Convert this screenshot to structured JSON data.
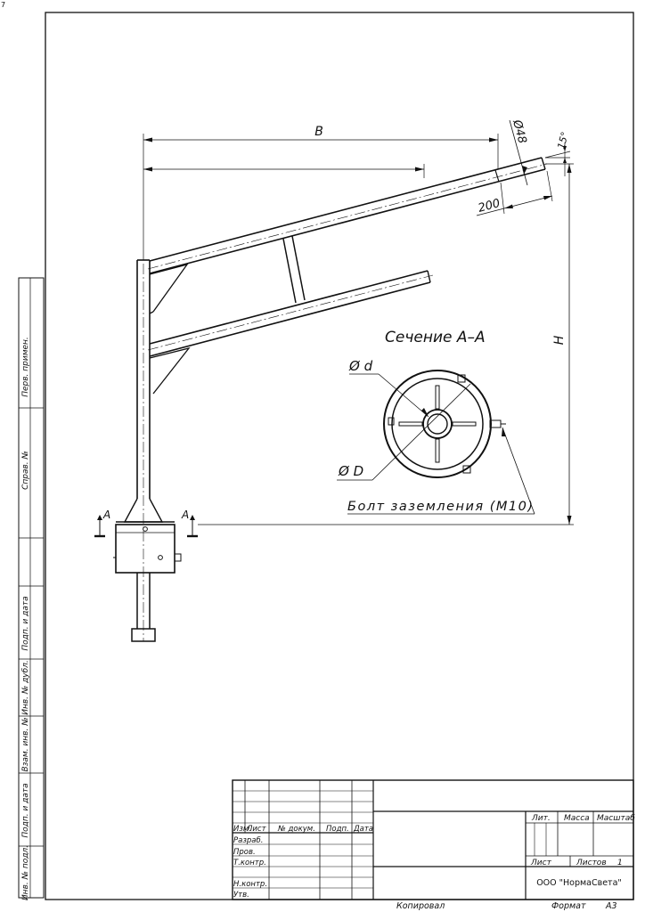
{
  "corner_mark": "7",
  "side_stamp": {
    "perv_primen": "Перв. примен.",
    "sprav_no": "Справ. №",
    "podp_data_1": "Подп. и дата",
    "inv_dubl": "Инв. № дубл.",
    "vzam_inv": "Взам. инв. №",
    "podp_data_2": "Подп. и дата",
    "inv_podl": "Инв. № подл."
  },
  "drawing": {
    "dim_b": "B",
    "dim_pipe_diameter": "Ø48",
    "dim_angle": "15°",
    "dim_length": "200",
    "dim_h": "H",
    "section_marker_left": "A",
    "section_marker_right": "A",
    "section_title": "Сечение A–A",
    "label_small_diameter": "Ø d",
    "label_big_diameter": "Ø D",
    "label_ground_bolt": "Болт заземления (M10)"
  },
  "title_block": {
    "col_izm": "Изм.",
    "col_list": "Лист",
    "col_dokum": "№ докум.",
    "col_podp": "Подп.",
    "col_data": "Дата",
    "row_razrab": "Разраб.",
    "row_prov": "Пров.",
    "row_tkontr": "Т.контр.",
    "row_nkontr": "Н.контр.",
    "row_utv": "Утв.",
    "lit": "Лит.",
    "massa": "Масса",
    "masshtab": "Масштаб",
    "sheet_label": "Лист",
    "sheets_label": "Листов",
    "sheets_count": "1",
    "company": "ООО \"НормаСвета\""
  },
  "footer": {
    "kopiroval": "Копировал",
    "format_label": "Формат",
    "format_value": "А3"
  }
}
